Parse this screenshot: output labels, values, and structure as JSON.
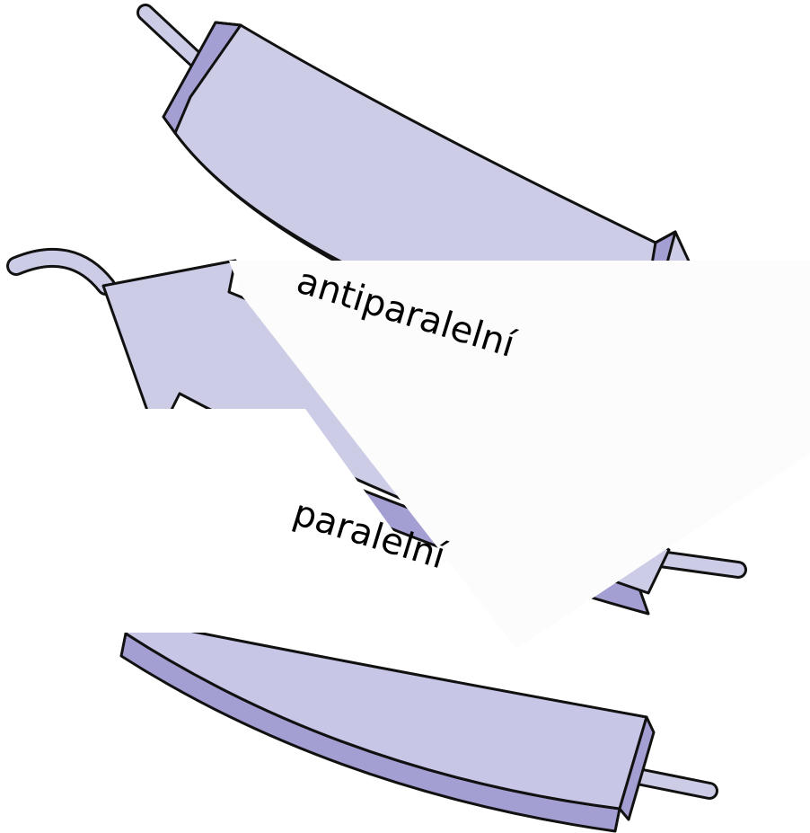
{
  "diagram": {
    "labels": {
      "antiparallel": "antiparalelní",
      "parallel": "paralelní"
    },
    "colors": {
      "strand_face": "#cccce6",
      "strand_side": "#a49fd2",
      "strand_outline": "#111111",
      "overlay_panel": "#fcfcfc",
      "background": "#ffffff"
    },
    "strands": [
      {
        "name": "upper-arrow",
        "direction": "left-to-right"
      },
      {
        "name": "middle-arrow",
        "direction": "right-to-left"
      },
      {
        "name": "lower-arrow",
        "direction": "left-to-right"
      }
    ]
  }
}
